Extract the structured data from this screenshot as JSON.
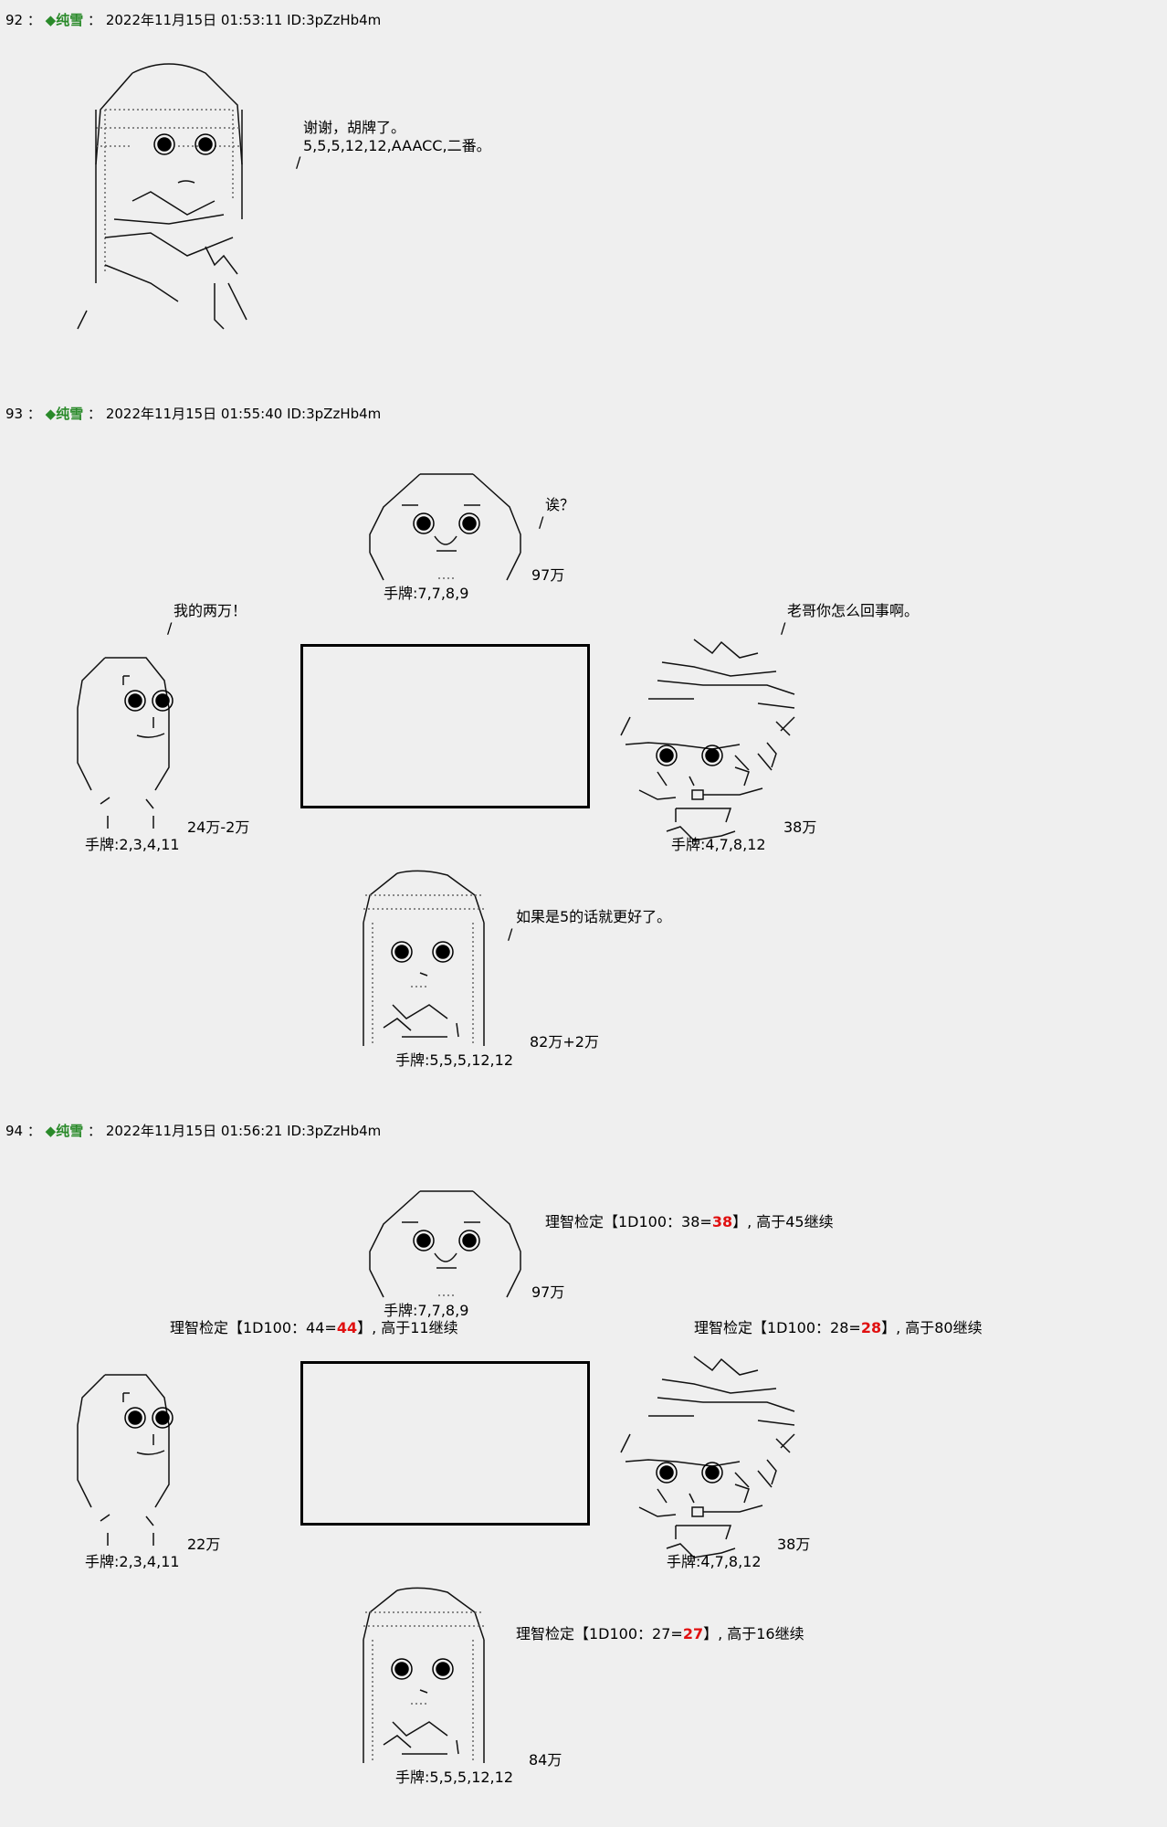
{
  "posts": [
    {
      "number": "92",
      "sep": "：",
      "diamond": "◆",
      "name": "纯雪",
      "datetime": "2022年11月15日 01:53:11",
      "id": "ID:3pZzHb4m",
      "dialogue": {
        "line1": "谢谢，胡牌了。",
        "line2": "5,5,5,12,12,AAACC,二番。"
      }
    },
    {
      "number": "93",
      "sep": "：",
      "diamond": "◆",
      "name": "纯雪",
      "datetime": "2022年11月15日 01:55:40",
      "id": "ID:3pZzHb4m",
      "top": {
        "speech": "诶？",
        "score": "97万",
        "hand": "手牌:7,7,8,9"
      },
      "left": {
        "speech": "我的两万！",
        "score": "24万-2万",
        "hand": "手牌:2,3,4,11"
      },
      "right": {
        "speech": "老哥你怎么回事啊。",
        "score": "38万",
        "hand": "手牌:4,7,8,12"
      },
      "bottom": {
        "speech": "如果是5的话就更好了。",
        "score": "82万+2万",
        "hand": "手牌:5,5,5,12,12"
      }
    },
    {
      "number": "94",
      "sep": "：",
      "diamond": "◆",
      "name": "纯雪",
      "datetime": "2022年11月15日 01:56:21",
      "id": "ID:3pZzHb4m",
      "top": {
        "check_prefix": "理智检定【1D100：38=",
        "check_result": "38",
        "check_suffix": "】, 高于45继续",
        "score": "97万",
        "hand": "手牌:7,7,8,9"
      },
      "left": {
        "check_prefix": "理智检定【1D100：44=",
        "check_result": "44",
        "check_suffix": "】, 高于11继续",
        "score": "22万",
        "hand": "手牌:2,3,4,11"
      },
      "right": {
        "check_prefix": "理智检定【1D100：28=",
        "check_result": "28",
        "check_suffix": "】, 高于80继续",
        "score": "38万",
        "hand": "手牌:4,7,8,12"
      },
      "bottom": {
        "check_prefix": "理智检定【1D100：27=",
        "check_result": "27",
        "check_suffix": "】, 高于16继续",
        "score": "84万",
        "hand": "手牌:5,5,5,12,12"
      }
    }
  ],
  "colors": {
    "name": "#2a8a2a",
    "result": "#e01010",
    "background": "#efefef"
  }
}
